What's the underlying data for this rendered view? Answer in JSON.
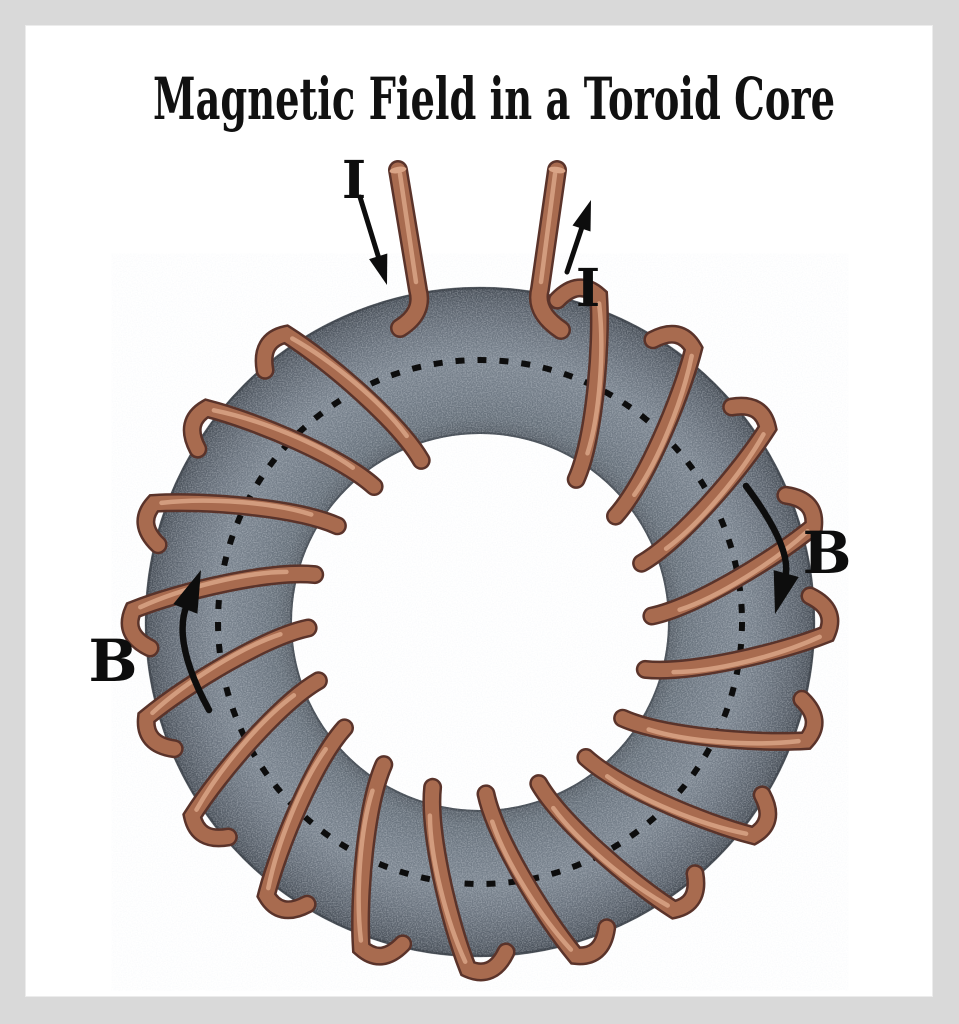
{
  "title": "Magnetic Field in a Toroid Core",
  "labels": {
    "current_in": "I",
    "current_out": "I",
    "field_left": "B",
    "field_right": "B"
  },
  "diagram": {
    "subject": "toroid core wound with copper wire",
    "winding_turns_visible": 18,
    "lead_wires": 2,
    "field_direction": "clockwise",
    "field_path_style": "dashed-circle"
  },
  "colors": {
    "background": "#ffffff",
    "frame": "#d9d9d9",
    "ink": "#0d0d0d",
    "core_base": "#707a85",
    "core_light": "#7a848f",
    "core_dark": "#474e57",
    "copper": "#a86b4f",
    "copper_dark": "#5a332a",
    "copper_light": "#d9a486"
  }
}
